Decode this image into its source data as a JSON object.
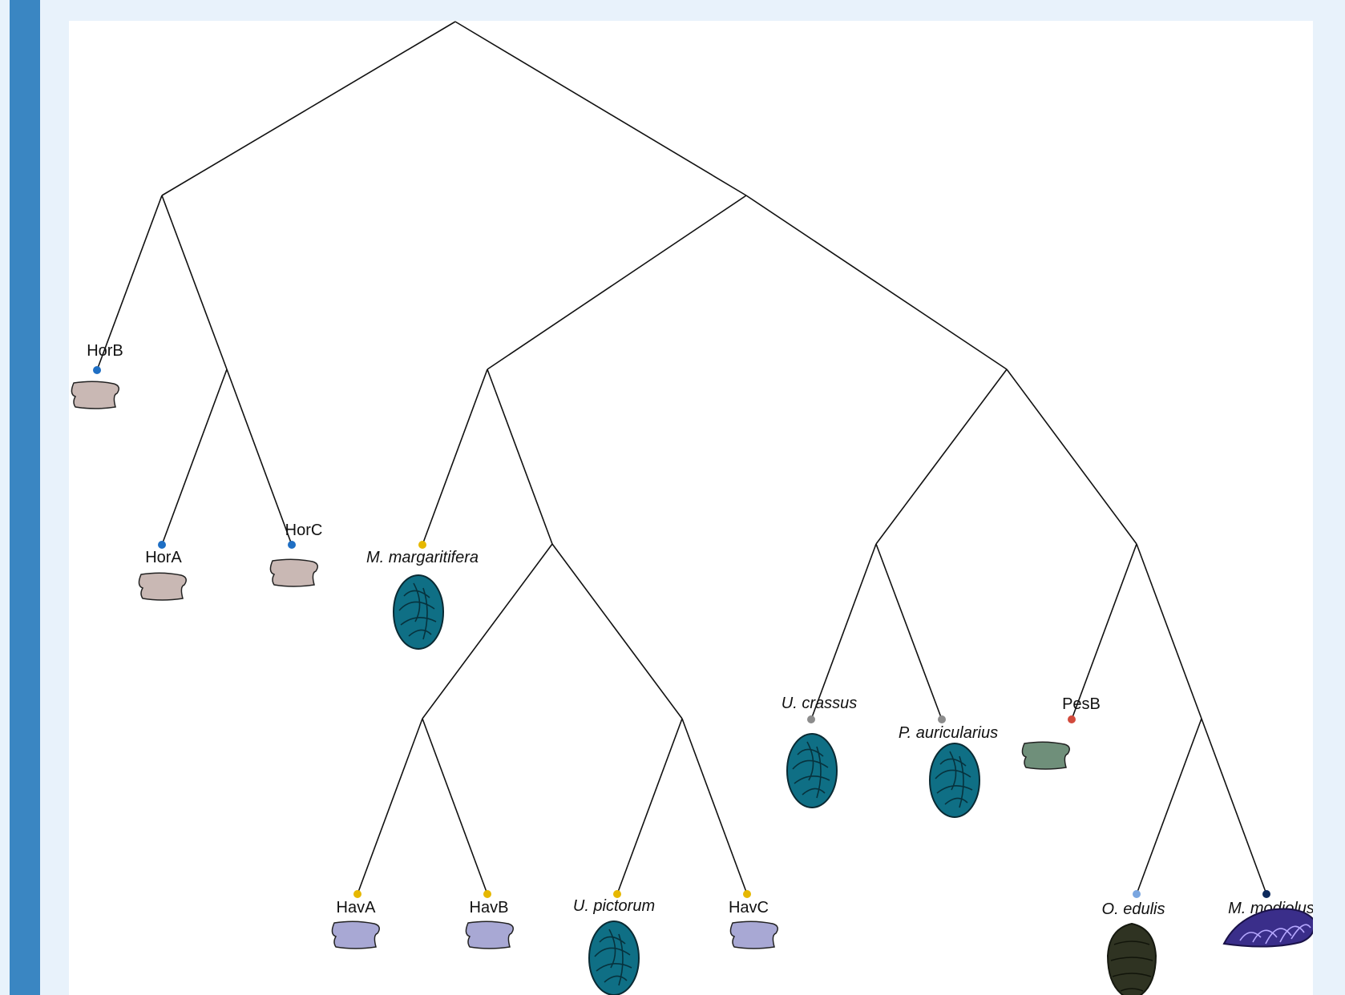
{
  "colors": {
    "page_background": "#e8f2fb",
    "accent_bar": "#3a86c2",
    "panel": "#ffffff",
    "edge": "#111111",
    "dot_blue": "#1f6fc4",
    "dot_yellow": "#e6b800",
    "dot_grey": "#8c8c8c",
    "dot_red": "#d24a3c",
    "dot_lightblue": "#7aa6e0",
    "dot_navy": "#0d2a5c",
    "rock_pink": "#c9b8b4",
    "rock_lavender": "#a8a8d4",
    "rock_green": "#6f8f7a",
    "shell_teal": "#0f6f85",
    "shell_oyster": "#2f3322",
    "shell_mussel": "#3a2e8a"
  },
  "tree": {
    "leaves": [
      {
        "id": "horb",
        "label": "HorB",
        "italic": false,
        "dot": "dot_blue",
        "icon": "rock-icon",
        "icon_color": "rock_pink"
      },
      {
        "id": "hora",
        "label": "HorA",
        "italic": false,
        "dot": "dot_blue",
        "icon": "rock-icon",
        "icon_color": "rock_pink"
      },
      {
        "id": "horc",
        "label": "HorC",
        "italic": false,
        "dot": "dot_blue",
        "icon": "rock-icon",
        "icon_color": "rock_pink"
      },
      {
        "id": "mmarg",
        "label": "M. margaritifera",
        "italic": true,
        "dot": "dot_yellow",
        "icon": "mussel-shell-icon",
        "icon_color": "shell_teal"
      },
      {
        "id": "hava",
        "label": "HavA",
        "italic": false,
        "dot": "dot_yellow",
        "icon": "rock-icon",
        "icon_color": "rock_lavender"
      },
      {
        "id": "havb",
        "label": "HavB",
        "italic": false,
        "dot": "dot_yellow",
        "icon": "rock-icon",
        "icon_color": "rock_lavender"
      },
      {
        "id": "upict",
        "label": "U. pictorum",
        "italic": true,
        "dot": "dot_yellow",
        "icon": "mussel-shell-icon",
        "icon_color": "shell_teal"
      },
      {
        "id": "havc",
        "label": "HavC",
        "italic": false,
        "dot": "dot_yellow",
        "icon": "rock-icon",
        "icon_color": "rock_lavender"
      },
      {
        "id": "ucrass",
        "label": "U. crassus",
        "italic": true,
        "dot": "dot_grey",
        "icon": "mussel-shell-icon",
        "icon_color": "shell_teal"
      },
      {
        "id": "pauric",
        "label": "P. auricularius",
        "italic": true,
        "dot": "dot_grey",
        "icon": "mussel-shell-icon",
        "icon_color": "shell_teal"
      },
      {
        "id": "pesb",
        "label": "PesB",
        "italic": false,
        "dot": "dot_red",
        "icon": "rock-icon",
        "icon_color": "rock_green"
      },
      {
        "id": "oedul",
        "label": "O. edulis",
        "italic": true,
        "dot": "dot_lightblue",
        "icon": "oyster-shell-icon",
        "icon_color": "shell_oyster"
      },
      {
        "id": "mmodi",
        "label": "M. modiolus",
        "italic": true,
        "dot": "dot_navy",
        "icon": "horse-mussel-icon",
        "icon_color": "shell_mussel"
      }
    ]
  }
}
